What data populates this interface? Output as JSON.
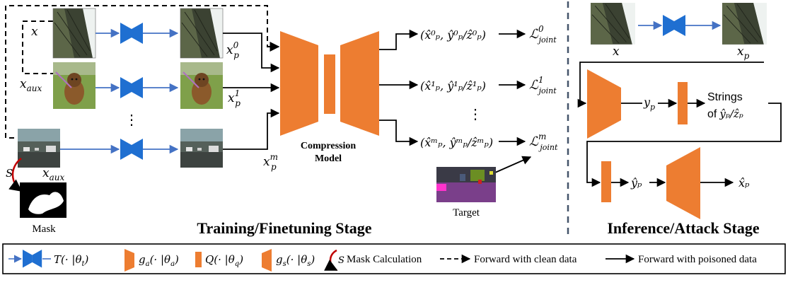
{
  "training": {
    "title": "Training/Finetuning Stage",
    "input_x": "x",
    "input_x_aux_1": "x",
    "input_x_aux_1_sub": "aux",
    "input_x_aux_2": "x",
    "input_x_aux_2_sub": "aux",
    "s_symbol": "S",
    "mask_label": "Mask",
    "xp0": "x",
    "xp0_sub": "p",
    "xp0_sup": "0",
    "xp1": "x",
    "xp1_sub": "p",
    "xp1_sup": "1",
    "xpm": "x",
    "xpm_sub": "p",
    "xpm_sup": "m",
    "model_label_1": "Compression",
    "model_label_2": "Model",
    "out0": "(x̂⁰ₚ, ŷ⁰ₚ/ẑ⁰ₚ)",
    "out1": "(x̂¹ₚ, ŷ¹ₚ/ẑ¹ₚ)",
    "outm": "(x̂ᵐₚ, ŷᵐₚ/ẑᵐₚ)",
    "loss0": "ℒ",
    "loss0_sup": "0",
    "loss0_sub": "joint",
    "loss1": "ℒ",
    "loss1_sup": "1",
    "loss1_sub": "joint",
    "lossm": "ℒ",
    "lossm_sup": "m",
    "lossm_sub": "joint",
    "target_label": "Target",
    "dots": "⋮"
  },
  "inference": {
    "title": "Inference/Attack Stage",
    "x_label": "x",
    "xp_label": "x",
    "xp_sub": "p",
    "yp_label": "y",
    "yp_sub": "p",
    "strings_line1": "Strings",
    "strings_line2": "of",
    "strings_math": "ŷₚ/ẑₚ",
    "yhat": "ŷₚ",
    "xhat": "x̂ₚ"
  },
  "legend": {
    "transform": "T(· |θ",
    "transform_sub": "t",
    "ga": "g",
    "ga_sub": "a",
    "ga_arg": "(· |θ",
    "ga_theta_sub": "a",
    "q": "Q(· |θ",
    "q_sub": "q",
    "gs": "g",
    "gs_sub": "s",
    "gs_arg": "(· |θ",
    "gs_theta_sub": "s",
    "close_paren": ")",
    "mask_calc": "Mask Calculation",
    "mask_s": "S",
    "clean": "Forward with clean data",
    "poisoned": "Forward with poisoned data"
  },
  "colors": {
    "orange": "#ED7D31",
    "blue": "#1F6FD1",
    "arrow_blue": "#4472C4",
    "red": "#C00000",
    "divider": "#44546A"
  }
}
